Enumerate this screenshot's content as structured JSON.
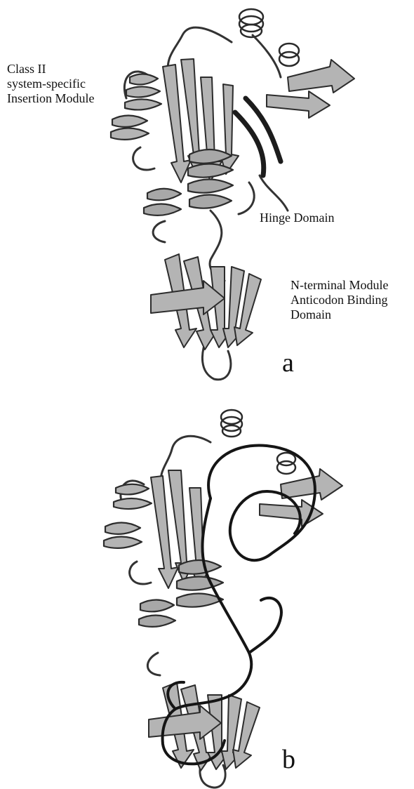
{
  "panel_a": {
    "letter": "a",
    "labels": {
      "insertion_module": [
        "Class II",
        "system-specific",
        "Insertion Module"
      ],
      "hinge_domain": "Hinge Domain",
      "n_terminal": [
        "N-terminal Module",
        "Anticodon Binding",
        "Domain"
      ]
    }
  },
  "panel_b": {
    "letter": "b"
  },
  "colors": {
    "ribbon_fill": "#b4b4b4",
    "ribbon_dark": "#3a3a3a",
    "trna_trace": "#151515",
    "text": "#111111",
    "background": "#ffffff"
  }
}
